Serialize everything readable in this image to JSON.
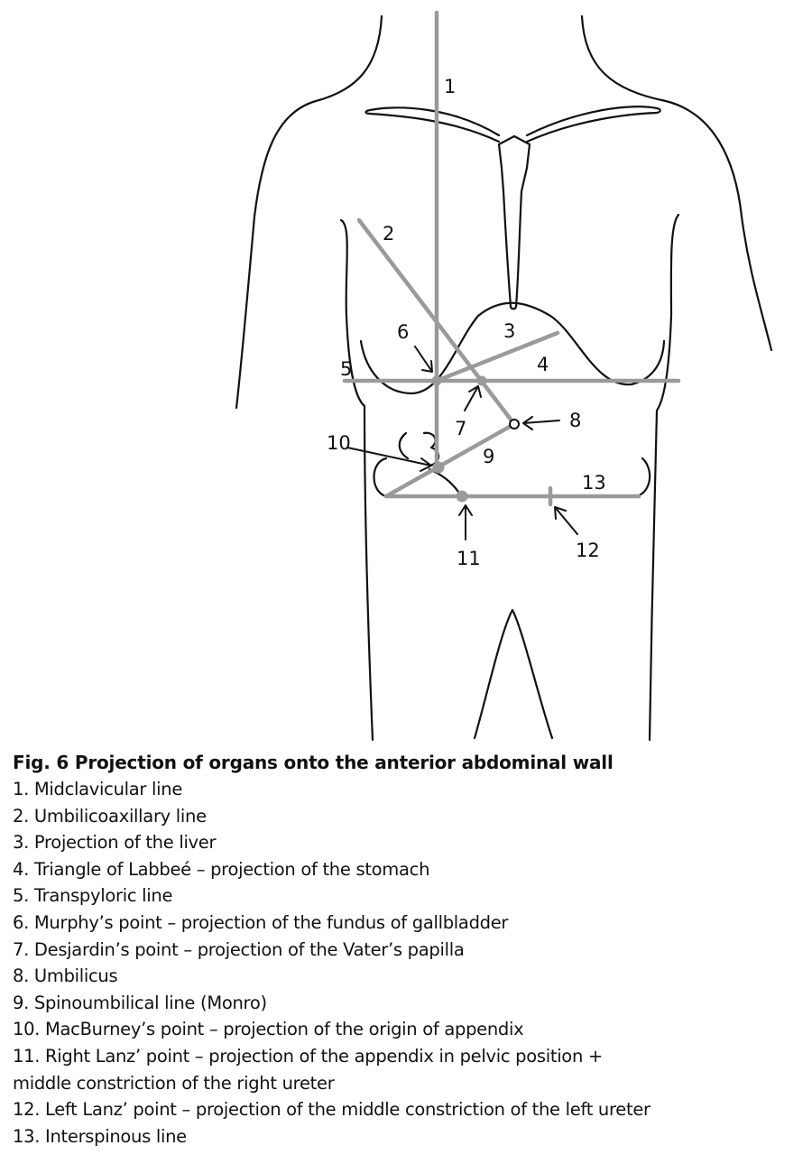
{
  "figure": {
    "number_labels": [
      "1",
      "2",
      "3",
      "4",
      "5",
      "6",
      "7",
      "8",
      "9",
      "10",
      "11",
      "12",
      "13"
    ],
    "line_color": "#9a9a9a",
    "outline_color": "#111111"
  },
  "caption": {
    "title": "Fig. 6  Projection of organs onto the anterior abdominal wall",
    "items": [
      "1. Midclavicular line",
      "2. Umbilicoaxillary line",
      "3. Projection of the liver",
      "4. Triangle of Labbeé – projection of the stomach",
      "5. Transpyloric line",
      "6. Murphy’s point – projection of the fundus of gallbladder",
      "7. Desjardin’s point – projection of the Vater’s papilla",
      "8. Umbilicus",
      "9. Spinoumbilical line (Monro)",
      "10. MacBurney’s point – projection of the origin of appendix",
      "11. Right Lanz’ point – projection of the appendix in pelvic position +\nmiddle constriction of the right ureter",
      "12. Left Lanz’ point – projection of the middle constriction of the left ureter",
      "13. Interspinous line"
    ]
  }
}
